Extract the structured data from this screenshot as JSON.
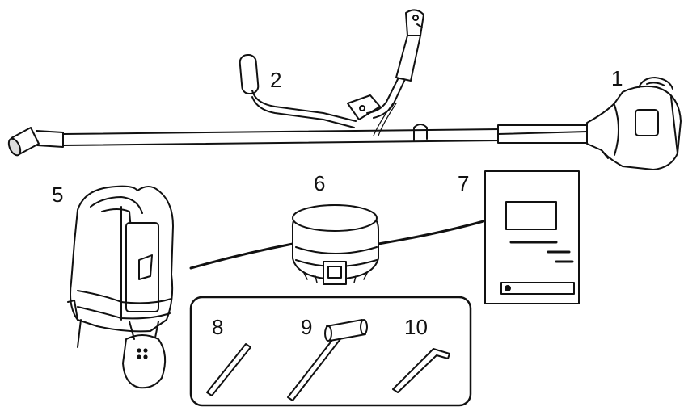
{
  "labels": {
    "item1": "1",
    "item2": "2",
    "item5": "5",
    "item6": "6",
    "item7": "7",
    "item8": "8",
    "item9": "9",
    "item10": "10"
  },
  "colors": {
    "line": "#111111",
    "fill": "#ffffff",
    "shade": "#d9d9d9"
  }
}
